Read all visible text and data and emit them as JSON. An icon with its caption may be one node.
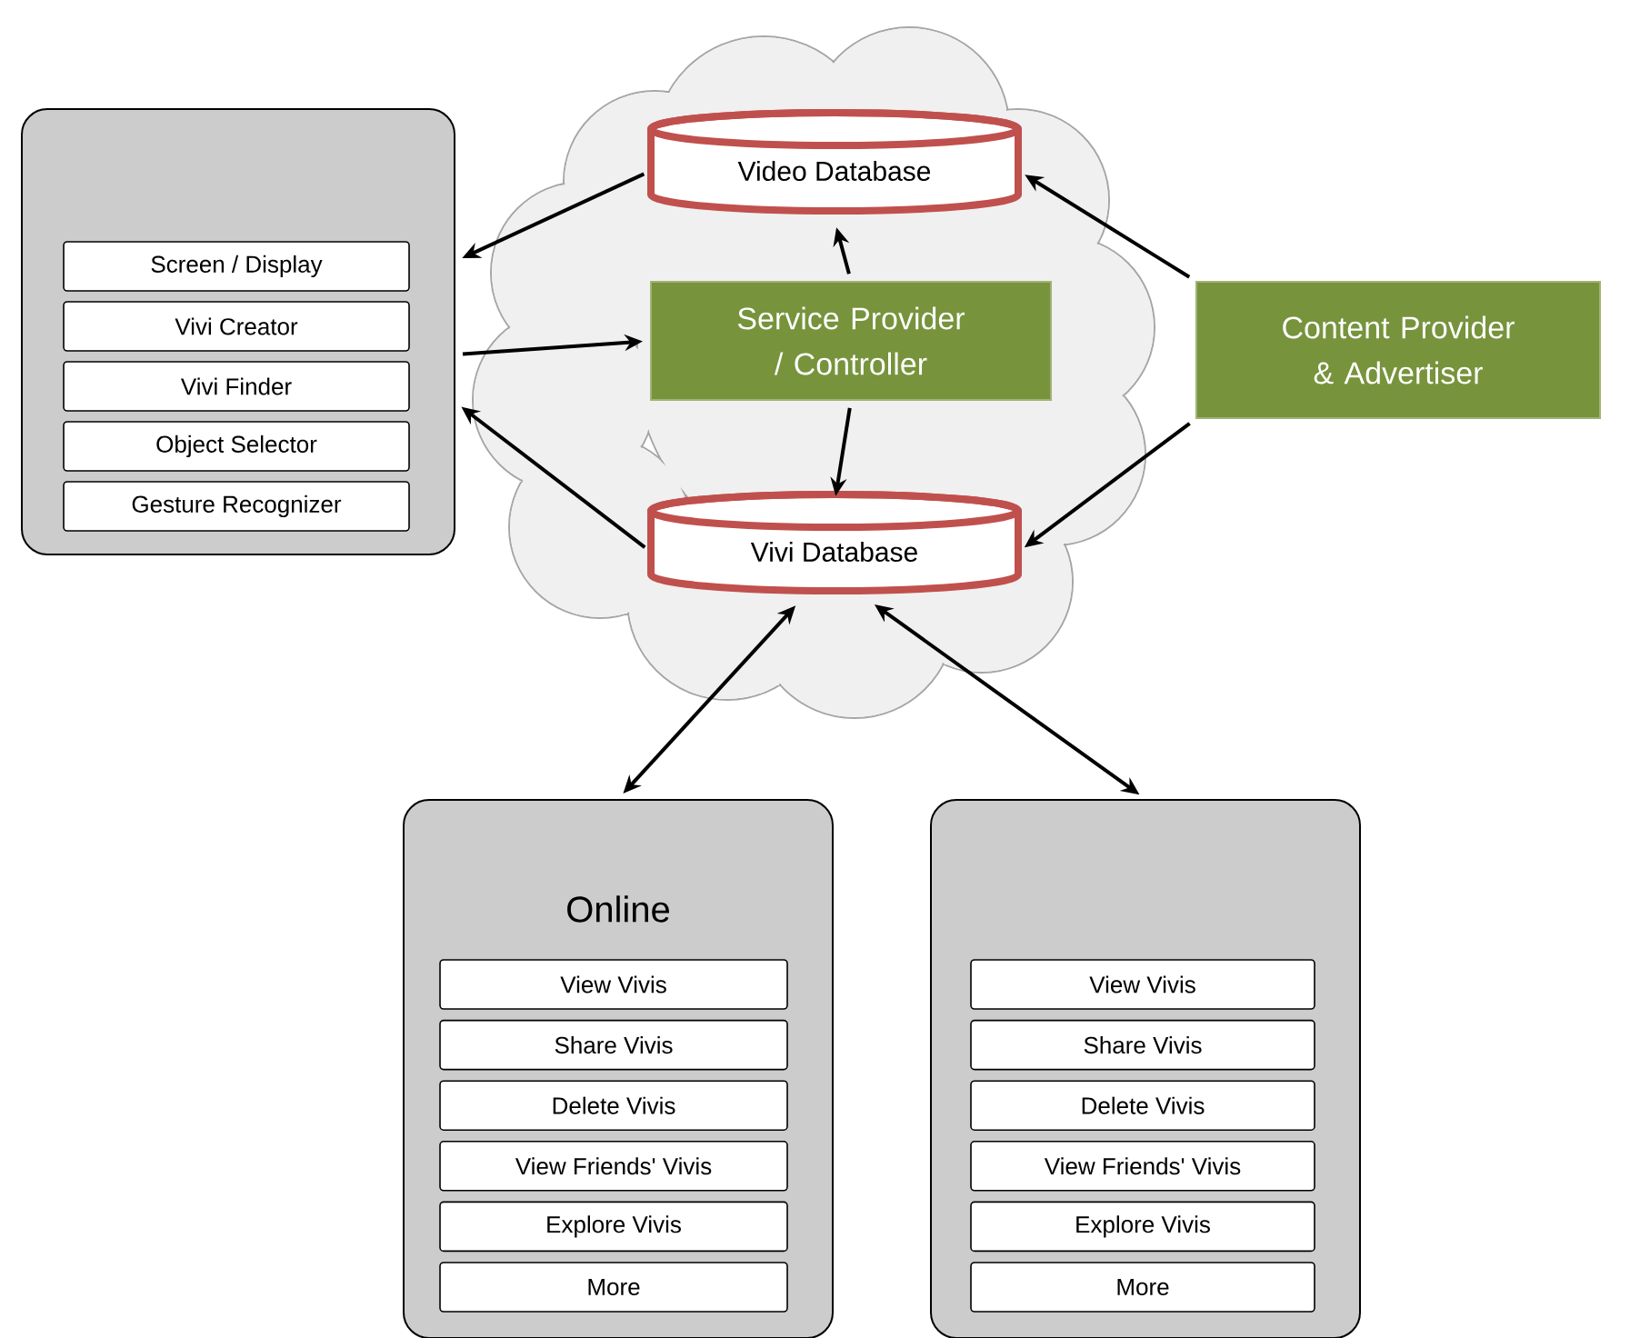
{
  "diagram": {
    "nodes": [
      {
        "text": [],
        "shape": "box"
      },
      {
        "text": [
          "Screen / Display"
        ],
        "in": 0
      },
      {
        "text": [
          "Vivi Creator"
        ],
        "in": 0
      },
      {
        "text": [
          "Vivi Finder"
        ],
        "in": 0
      },
      {
        "text": [
          "Object Selector"
        ],
        "in": 0
      },
      {
        "text": [
          "Gesture Recognizer"
        ],
        "in": 0
      },
      {
        "text": [
          "Video Database"
        ]
      },
      {
        "text": [
          "Service Provider / Controller"
        ]
      },
      {
        "text": [
          "Content Provider & Advertiser"
        ]
      },
      {
        "text": [
          "Vivi Database"
        ]
      },
      {
        "text": [
          "Online"
        ]
      },
      {
        "text": [
          "View Vivis"
        ],
        "in": 10
      },
      {
        "text": [
          "Share Vivis"
        ],
        "in": 10
      },
      {
        "text": [
          "Delete Vivis"
        ],
        "in": 10
      },
      {
        "text": [
          "View Friends' Vivis"
        ],
        "in": 10
      },
      {
        "text": [
          "Explore Vivis"
        ],
        "in": 10
      },
      {
        "text": [
          "More"
        ],
        "in": 10
      },
      {
        "text": [],
        "shape": "box"
      },
      {
        "text": [
          "View Vivis"
        ],
        "in": 17
      },
      {
        "text": [
          "Share Vivis"
        ],
        "in": 17
      },
      {
        "text": [
          "Delete Vivis"
        ],
        "in": 17
      },
      {
        "text": [
          "View Friends' Vivis"
        ],
        "in": 17
      },
      {
        "text": [
          "Explore Vivis"
        ],
        "in": 17
      },
      {
        "text": [
          "More"
        ],
        "in": 17
      }
    ],
    "edges": [
      {
        "from": 6,
        "to": 0,
        "arrow": "to"
      },
      {
        "from": 0,
        "to": 7,
        "arrow": "to"
      },
      {
        "from": 7,
        "to": 6,
        "arrow": "to"
      },
      {
        "from": 7,
        "to": 9,
        "arrow": "to"
      },
      {
        "from": 8,
        "to": 6,
        "arrow": "to"
      },
      {
        "from": 8,
        "to": 9,
        "arrow": "to"
      },
      {
        "from": 9,
        "to": 0,
        "arrow": "to"
      },
      {
        "from": 9,
        "to": 10,
        "arrow": "both"
      },
      {
        "from": 9,
        "to": 17,
        "arrow": "both"
      }
    ]
  }
}
